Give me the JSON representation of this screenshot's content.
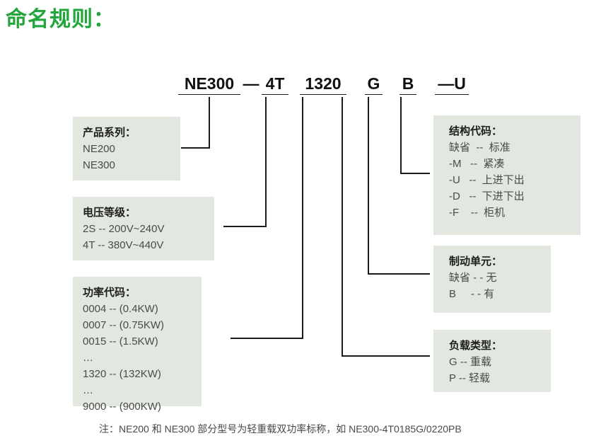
{
  "title": "命名规则：",
  "model_line": {
    "segments": [
      {
        "id": "series",
        "text": "NE300",
        "underlined": true,
        "width": 88
      },
      {
        "id": "dash1",
        "text": "—",
        "underlined": false,
        "width": 30
      },
      {
        "id": "voltage",
        "text": "4T",
        "underlined": true,
        "width": 38
      },
      {
        "id": "gap1",
        "text": "",
        "underlined": false,
        "width": 16
      },
      {
        "id": "power",
        "text": "1320",
        "underlined": true,
        "width": 66
      },
      {
        "id": "gap2",
        "text": "",
        "underlined": false,
        "width": 26
      },
      {
        "id": "load",
        "text": "G",
        "underlined": true,
        "width": 25
      },
      {
        "id": "gap3",
        "text": "",
        "underlined": false,
        "width": 24
      },
      {
        "id": "brake",
        "text": "B",
        "underlined": true,
        "width": 24
      },
      {
        "id": "gap4",
        "text": "",
        "underlined": false,
        "width": 26
      },
      {
        "id": "structure",
        "text": "—U",
        "underlined": true,
        "width": 48
      }
    ]
  },
  "boxes": {
    "product_series": {
      "title": "产品系列：",
      "lines": [
        "NE200",
        "NE300"
      ]
    },
    "voltage_level": {
      "title": "电压等级：",
      "lines": [
        "2S -- 200V~240V",
        "4T -- 380V~440V"
      ]
    },
    "power_code": {
      "title": "功率代码：",
      "lines": [
        "0004 -- (0.4KW)",
        "0007 -- (0.75KW)",
        "0015 -- (1.5KW)",
        "…",
        "1320 -- (132KW)",
        "…",
        "9000 -- (900KW)"
      ]
    },
    "structure_code": {
      "title": "结构代码：",
      "lines": [
        "缺省  --  标准",
        "-M   --  紧凑",
        "-U   --  上进下出",
        "-D   --  下进下出",
        "-F    --  柜机"
      ]
    },
    "brake_unit": {
      "title": "制动单元：",
      "lines": [
        "缺省 - - 无",
        "B     - - 有"
      ]
    },
    "load_type": {
      "title": "负载类型：",
      "lines": [
        "G -- 重载",
        "P -- 轻载"
      ]
    }
  },
  "footnote": "注：NE200 和 NE300 部分型号为轻重载双功率标称，如 NE300-4T0185G/0220PB",
  "colors": {
    "title_green": "#22a63c",
    "box_background": "#e2e8e0",
    "line_color": "#1a1a1a",
    "text_primary": "#1d1d1d",
    "text_secondary": "#4a4a4a"
  }
}
